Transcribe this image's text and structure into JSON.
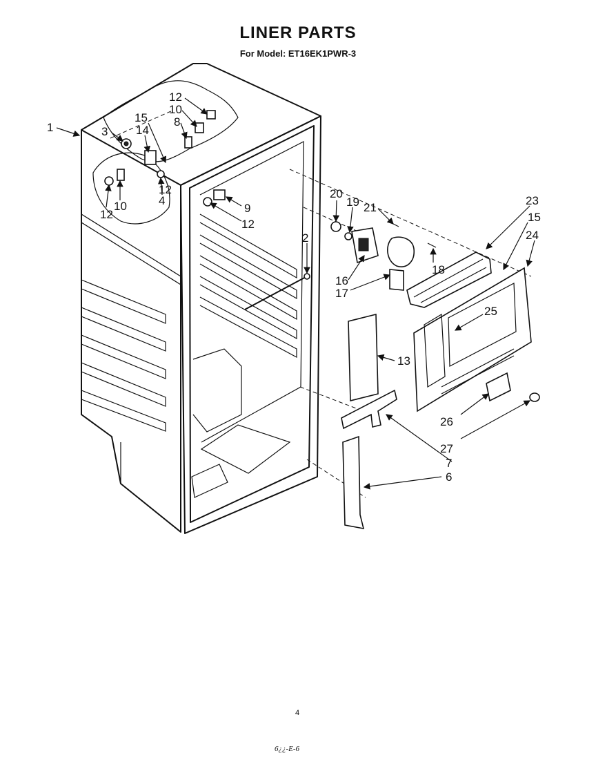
{
  "header": {
    "title": "LINER PARTS",
    "subtitle": "For Model: ET16EK1PWR-3"
  },
  "footer": {
    "page_number": "4",
    "code": "6¿¿-E-6"
  },
  "callouts": [
    "1",
    "3",
    "15",
    "14",
    "12",
    "10",
    "8",
    "12",
    "10",
    "12",
    "4",
    "9",
    "12",
    "2",
    "20",
    "19",
    "21",
    "23",
    "15",
    "24",
    "16",
    "17",
    "18",
    "25",
    "13",
    "26",
    "27",
    "7",
    "6"
  ]
}
